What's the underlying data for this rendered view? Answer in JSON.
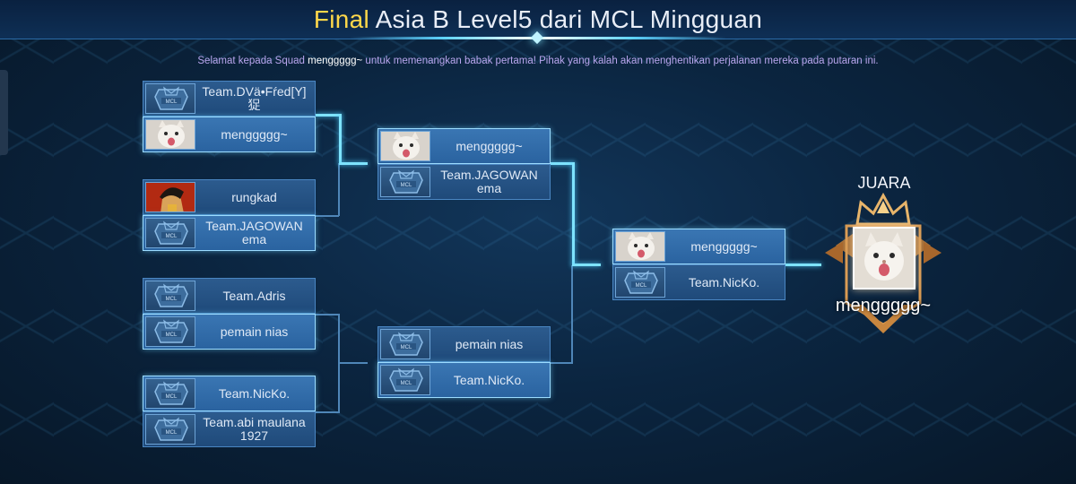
{
  "header": {
    "title_accent": "Final",
    "title_rest": "Asia B Level5 dari MCL Mingguan"
  },
  "message": {
    "prefix": "Selamat kepada Squad",
    "squad": "menggggg~",
    "suffix": "untuk memenangkan babak pertama! Pihak yang kalah akan menghentikan perjalanan mereka pada putaran ini."
  },
  "colors": {
    "accent": "#ffd84a",
    "line_active": "#7ee3ff",
    "line_inactive": "#4f86b8"
  },
  "bracket": {
    "round1": [
      {
        "avatar": "mcl-logo",
        "name": "Team.DVä•Fŕed[Y]㹱",
        "winner": false
      },
      {
        "avatar": "cat-photo",
        "name": "menggggg~",
        "winner": true
      },
      {
        "avatar": "anime-character",
        "name": "rungkad",
        "winner": false
      },
      {
        "avatar": "mcl-logo",
        "name": "Team.JAGOWAN ema",
        "winner": true
      },
      {
        "avatar": "mcl-logo",
        "name": "Team.Adris",
        "winner": false
      },
      {
        "avatar": "mcl-logo",
        "name": "pemain nias",
        "winner": true
      },
      {
        "avatar": "mcl-logo",
        "name": "Team.NicKo.",
        "winner": true
      },
      {
        "avatar": "mcl-logo",
        "name": "Team.abi maulana 1927",
        "winner": false
      }
    ],
    "round2": [
      {
        "avatar": "cat-photo",
        "name": "menggggg~",
        "winner": true
      },
      {
        "avatar": "mcl-logo",
        "name": "Team.JAGOWAN ema",
        "winner": false
      },
      {
        "avatar": "mcl-logo",
        "name": "pemain nias",
        "winner": false
      },
      {
        "avatar": "mcl-logo",
        "name": "Team.NicKo.",
        "winner": true
      }
    ],
    "final": [
      {
        "avatar": "cat-photo",
        "name": "menggggg~",
        "winner": true
      },
      {
        "avatar": "mcl-logo",
        "name": "Team.NicKo.",
        "winner": false
      }
    ]
  },
  "champion": {
    "label": "JUARA",
    "name": "menggggg~",
    "avatar": "cat-photo",
    "trophy_icon": "crown-trophy-icon"
  }
}
